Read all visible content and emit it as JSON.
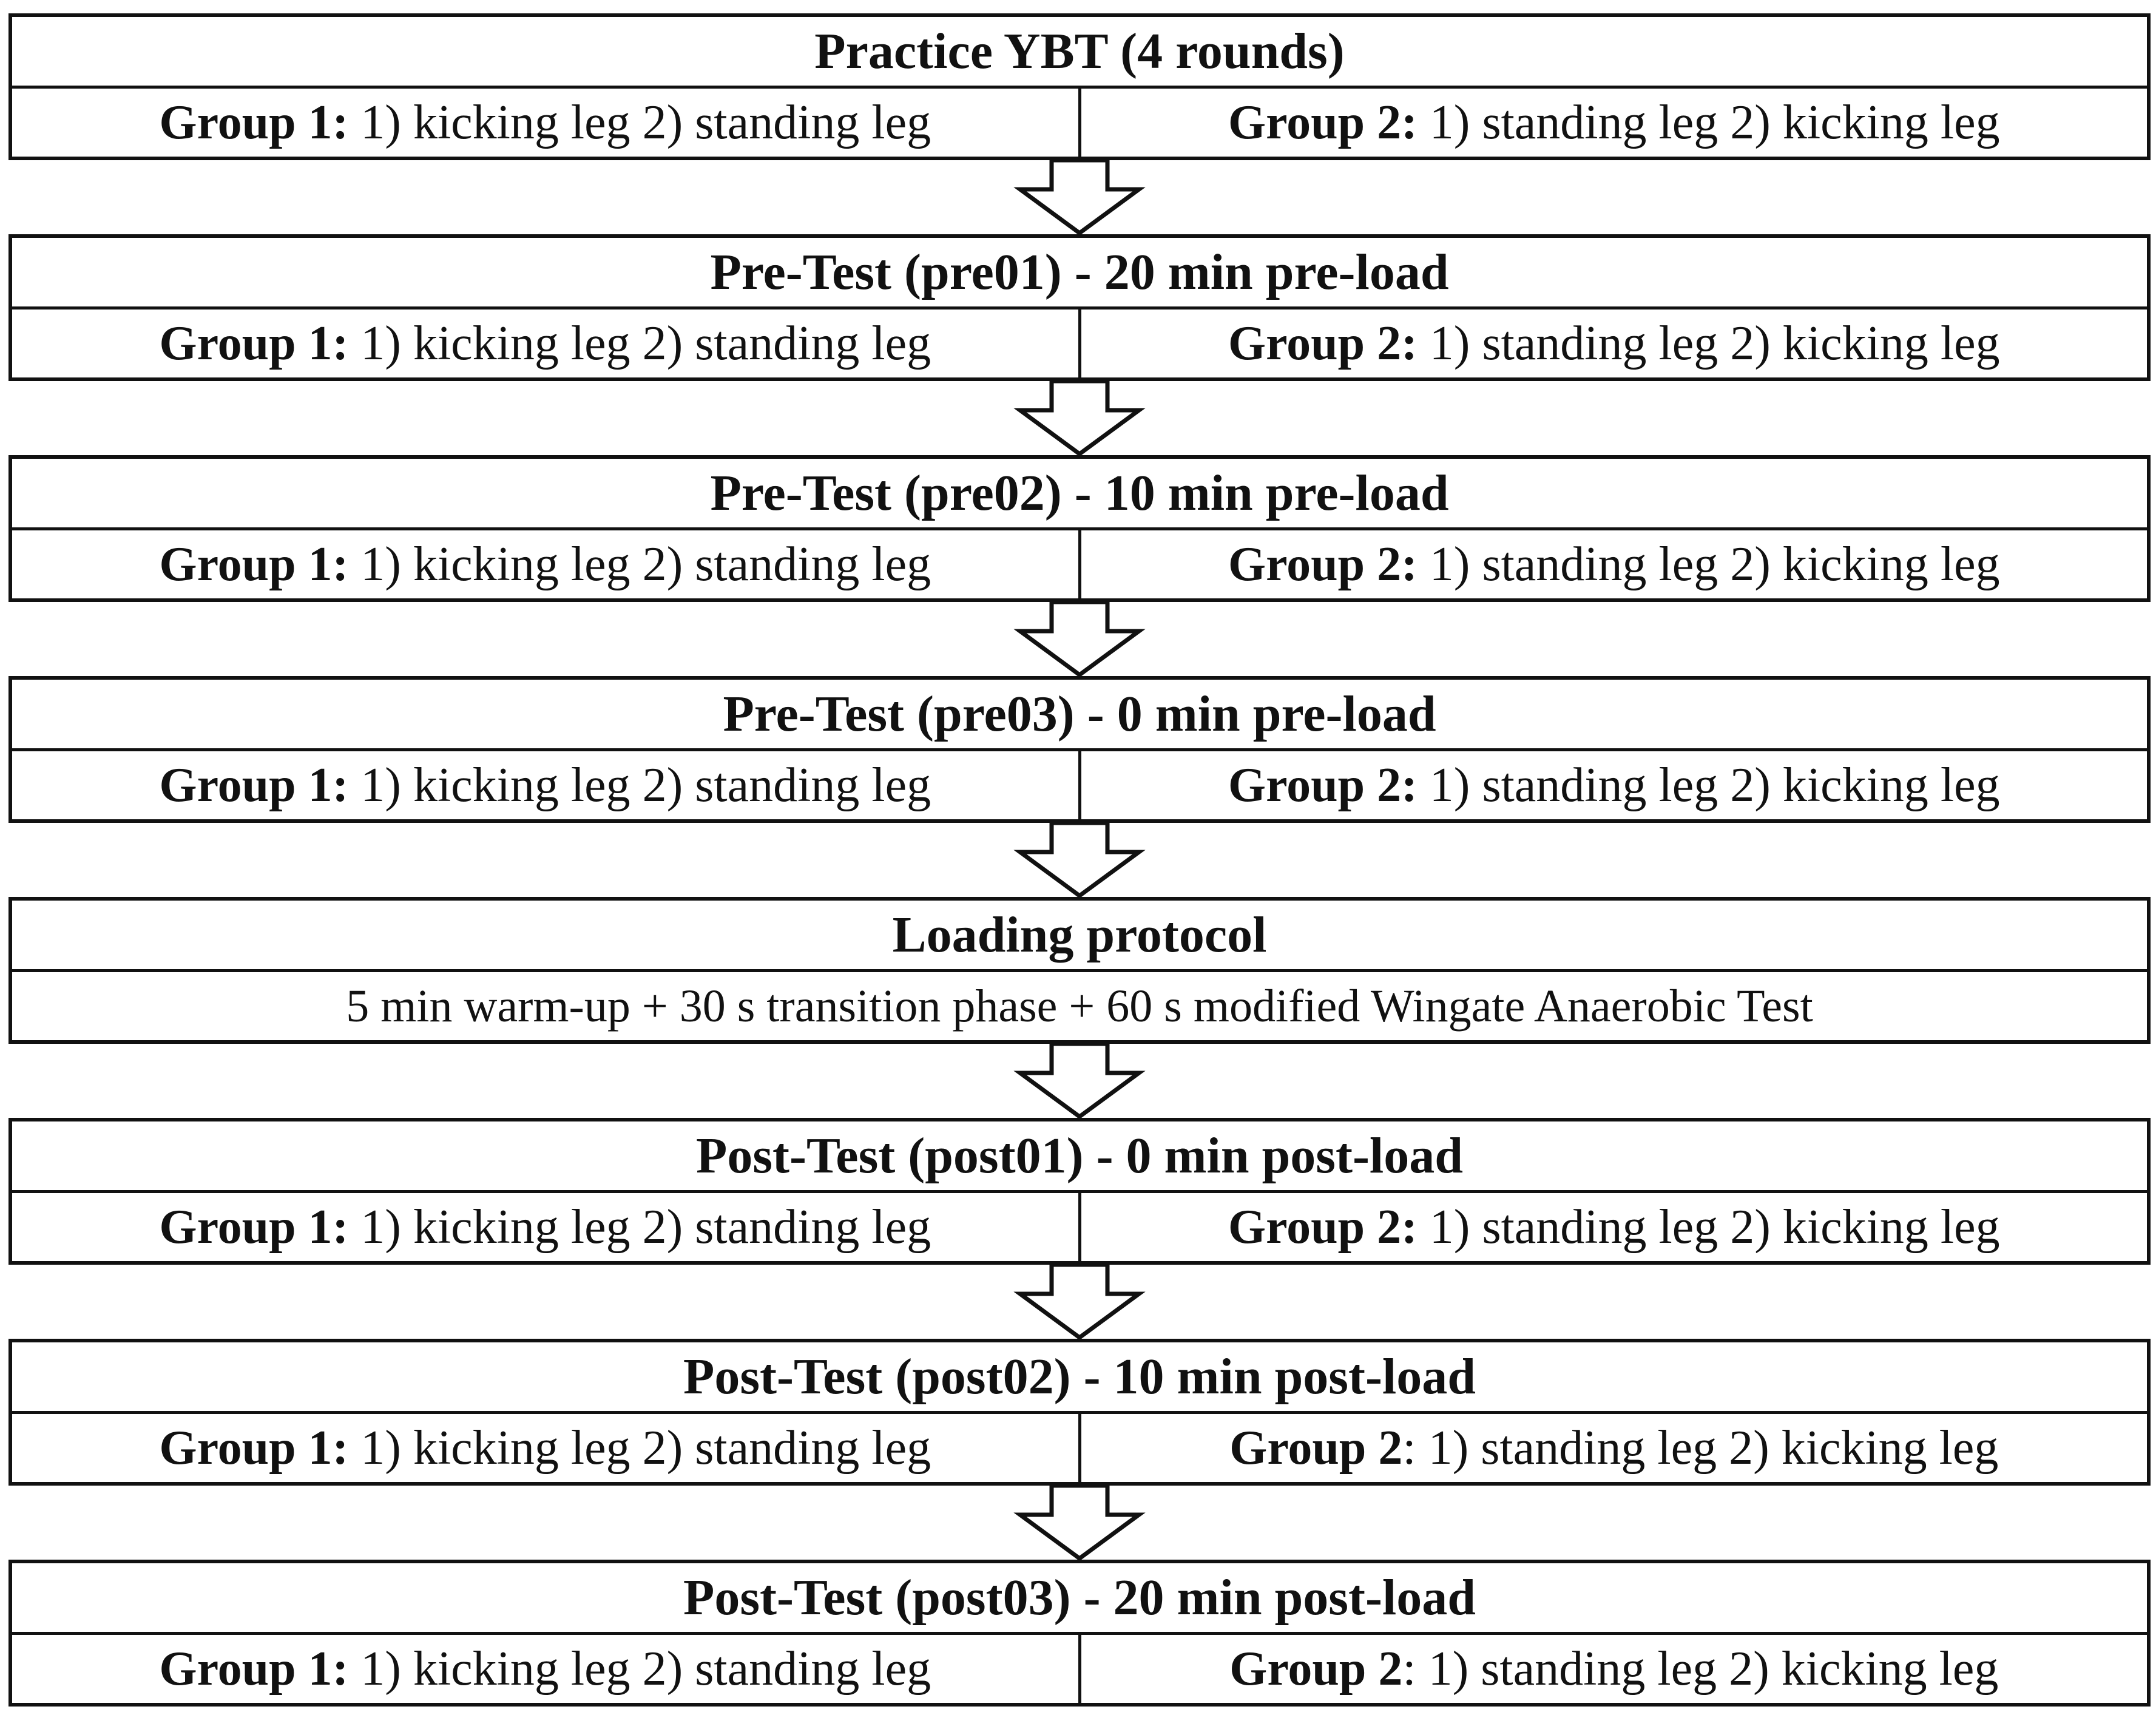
{
  "steps": [
    {
      "title": "Practice YBT (4 rounds)",
      "group1_label": "Group 1:",
      "group1_text": " 1) kicking leg 2) standing leg",
      "group2_label": "Group 2:",
      "group2_text": " 1) standing leg 2) kicking leg"
    },
    {
      "title": "Pre-Test (pre01) - 20 min pre-load",
      "group1_label": "Group 1:",
      "group1_text": " 1) kicking leg 2) standing leg",
      "group2_label": "Group 2:",
      "group2_text": " 1) standing leg 2) kicking leg"
    },
    {
      "title": "Pre-Test (pre02) - 10 min pre-load",
      "group1_label": "Group 1:",
      "group1_text": " 1) kicking leg 2) standing leg",
      "group2_label": "Group 2:",
      "group2_text": " 1) standing leg 2) kicking leg"
    },
    {
      "title": "Pre-Test (pre03) - 0 min pre-load",
      "group1_label": "Group 1:",
      "group1_text": " 1) kicking leg 2) standing leg",
      "group2_label": "Group 2:",
      "group2_text": " 1) standing leg 2) kicking leg"
    },
    {
      "title": "Loading protocol",
      "detail": "5 min warm-up + 30 s transition phase + 60 s modified Wingate Anaerobic Test"
    },
    {
      "title": "Post-Test (post01) - 0 min post-load",
      "group1_label": "Group 1:",
      "group1_text": " 1) kicking leg 2) standing leg",
      "group2_label": "Group 2:",
      "group2_text": " 1) standing leg 2) kicking leg"
    },
    {
      "title": "Post-Test (post02) - 10 min post-load",
      "group1_label": "Group 1:",
      "group1_text": " 1) kicking leg 2) standing leg",
      "group2_label": "Group 2",
      "group2_text": ": 1) standing leg 2) kicking leg"
    },
    {
      "title": "Post-Test (post03) - 20 min post-load",
      "group1_label": "Group 1:",
      "group1_text": " 1) kicking leg 2) standing leg",
      "group2_label": "Group 2",
      "group2_text": ": 1) standing leg 2) kicking leg"
    }
  ]
}
